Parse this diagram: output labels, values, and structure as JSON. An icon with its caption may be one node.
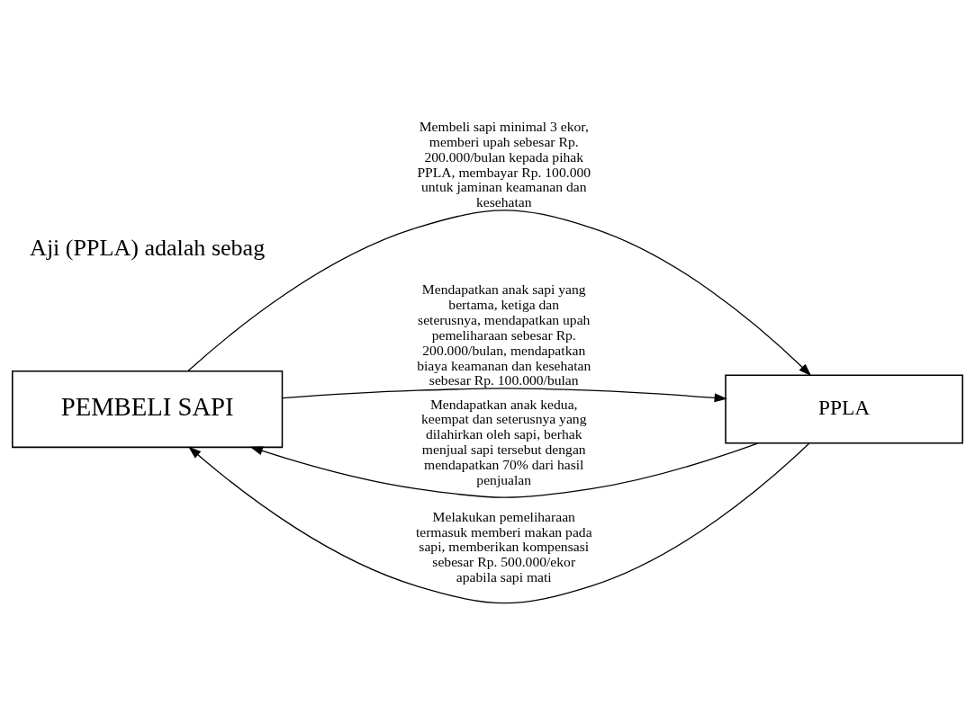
{
  "diagram": {
    "nodes": [
      {
        "text": [
          "PEMBELI SAPI"
        ]
      },
      {
        "text": [
          "PPLA"
        ]
      }
    ],
    "edges": [
      {
        "from": 1,
        "to": 0,
        "arrow": "to",
        "label": "Mendapatkan anak kedua, keempat dan seterusnya yang dilahirkan oleh sapi, berhak menjual sapi tersebut dengan mendapatkan 70% dari hasil penjualan"
      },
      {
        "from": 0,
        "to": 1,
        "arrow": "to",
        "label": "Membeli sapi minimal 3 ekor, memberi upah sebesar Rp. 200.000/bulan kepada pihak PPLA, membayar Rp. 100.000 untuk jaminan keamanan dan kesehatan"
      },
      {
        "from": 1,
        "to": 0,
        "arrow": "to",
        "label": "Melakukan pemeliharaan termasuk memberi makan pada sapi, memberikan kompensasi sebesar Rp. 500.000/ekor apabila sapi mati"
      },
      {
        "from": 0,
        "to": 1,
        "arrow": "to",
        "label": "Mendapatkan anak sapi yang bertama, ketiga dan seterusnya, mendapatkan upah pemeliharaan sebesar Rp. 200.000/bulan, mendapatkan biaya keamanan dan kesehatan sebesar Rp. 100.000/bulan"
      }
    ],
    "labels": [
      "Aji (PPLA) adalah sebag"
    ]
  }
}
